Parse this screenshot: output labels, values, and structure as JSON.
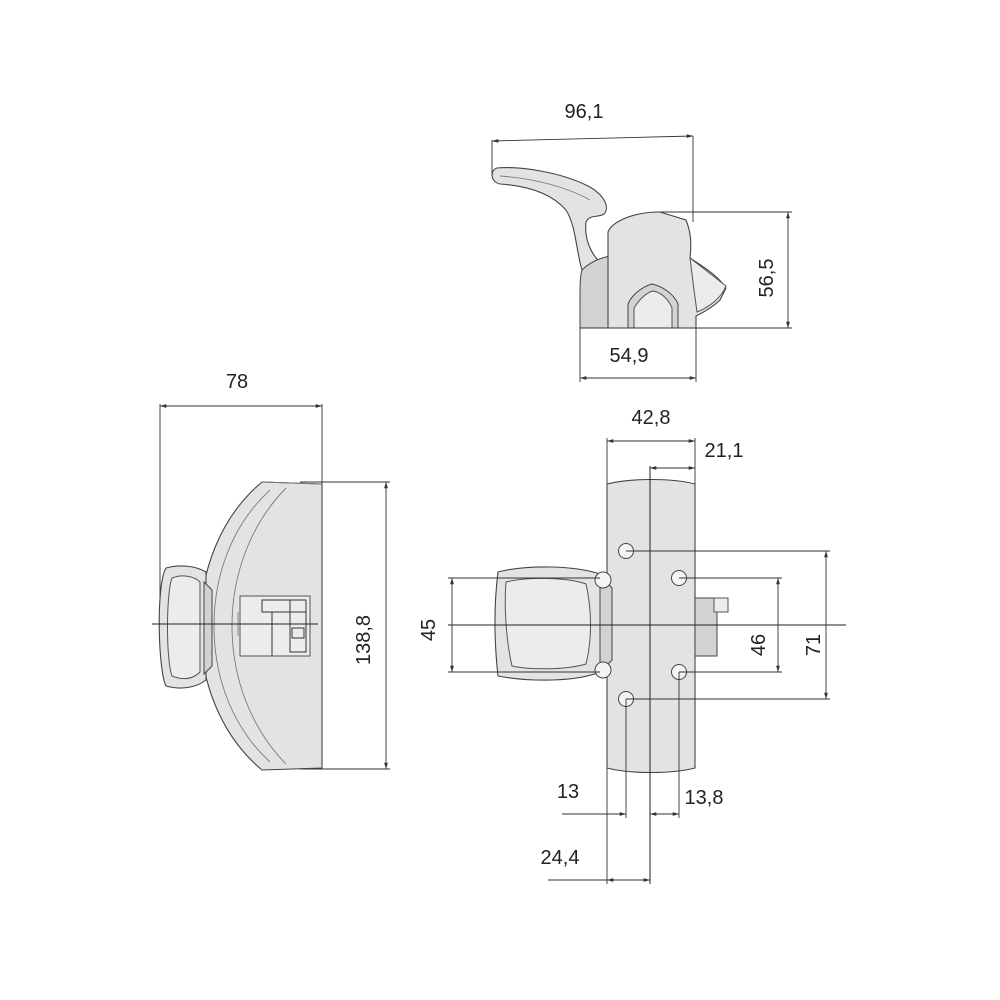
{
  "colors": {
    "background": "#ffffff",
    "part_fill": "#e3e3e3",
    "line": "#333333"
  },
  "dimensions": {
    "top_width": "96,1",
    "top_height": "56,5",
    "top_base_width": "54,9",
    "left_width": "78",
    "left_height": "138,8",
    "front_plate_width": "42,8",
    "front_offset_a": "21,1",
    "front_handle_height": "45",
    "front_hole_spacing_inner": "46",
    "front_hole_spacing_outer": "71",
    "front_offset_b": "13",
    "front_offset_c": "13,8",
    "front_offset_d": "24,4"
  }
}
